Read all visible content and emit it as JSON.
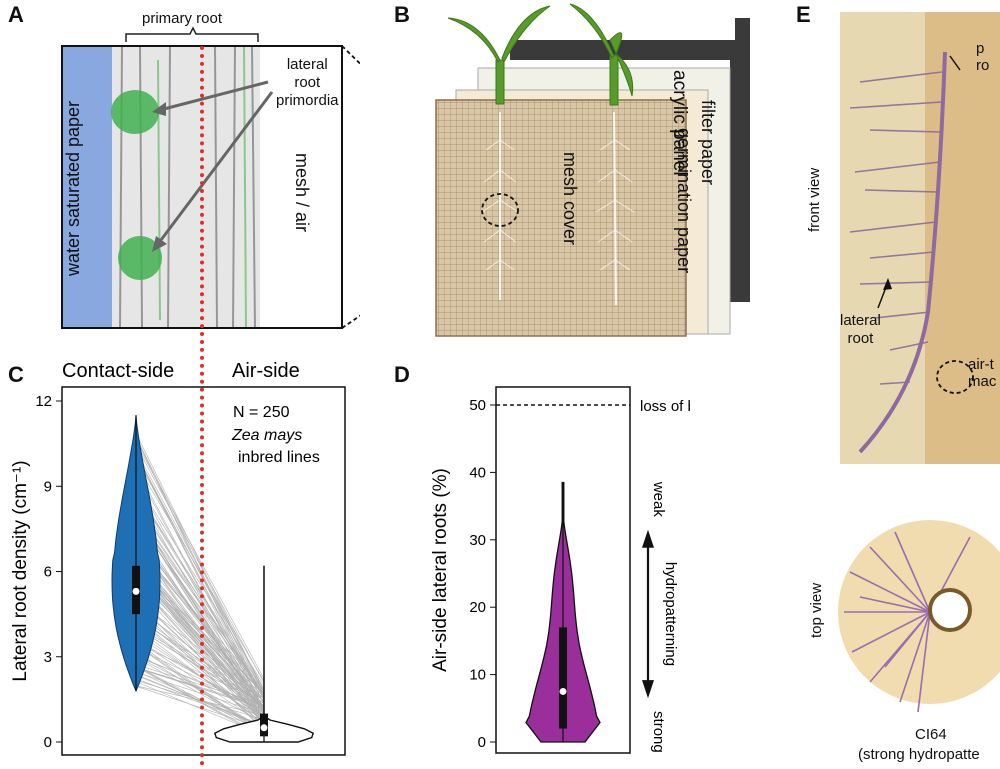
{
  "panels": {
    "a": {
      "letter": "A",
      "primary_root": "primary root",
      "lateral_root_primordia": [
        "lateral",
        "root",
        "primordia"
      ],
      "paper_label": "water saturated paper",
      "air_label": "mesh / air"
    },
    "b": {
      "letter": "B",
      "acrylic": "acrylic panel",
      "filter": "filter paper",
      "germination": "germination paper",
      "mesh": "mesh cover"
    },
    "c": {
      "letter": "C"
    },
    "d": {
      "letter": "D"
    },
    "e": {
      "letter": "E",
      "front_view": "front view",
      "top_view": "top view",
      "lateral_root": [
        "lateral",
        "root"
      ],
      "primary_root_cut": [
        "p",
        "ro"
      ],
      "air_macro_cut": [
        "air-t",
        "mac"
      ],
      "line_name": "CI64",
      "line_desc": "(strong hydropatte"
    }
  },
  "colors": {
    "contact_violin": "#1f6fb5",
    "air_violin": "#ffffff",
    "d_violin": "#9a2e9a",
    "divider": "#d9322a",
    "paper_blue": "#8aa8e0"
  },
  "chart_data": [
    {
      "type": "violin",
      "panel": "C",
      "categories": [
        "Contact-side",
        "Air-side"
      ],
      "ylabel": "Lateral root density (cm⁻¹)",
      "ylim": [
        0,
        12
      ],
      "yticks": [
        0,
        3,
        6,
        9,
        12
      ],
      "annotation": {
        "n_text": "N = 250",
        "species": "Zea mays",
        "lines": "inbred lines"
      },
      "series": [
        {
          "name": "Contact-side",
          "min": 1.8,
          "q1": 4.5,
          "median": 5.3,
          "q3": 6.2,
          "max": 11.5
        },
        {
          "name": "Air-side",
          "min": 0.0,
          "q1": 0.2,
          "median": 0.5,
          "q3": 1.0,
          "max": 6.2
        }
      ],
      "paired_lines": true
    },
    {
      "type": "violin",
      "panel": "D",
      "ylabel": "Air-side lateral roots (%)",
      "ylim": [
        0,
        52
      ],
      "yticks": [
        0,
        10,
        20,
        30,
        40,
        50
      ],
      "reference_line": {
        "y": 50,
        "label": "loss of bias"
      },
      "side_labels": {
        "top": "weak",
        "middle": "hydropatterning",
        "bottom": "strong"
      },
      "series": [
        {
          "min": 0,
          "q1": 2,
          "median": 7.5,
          "q3": 17,
          "max": 38.5
        }
      ]
    }
  ]
}
